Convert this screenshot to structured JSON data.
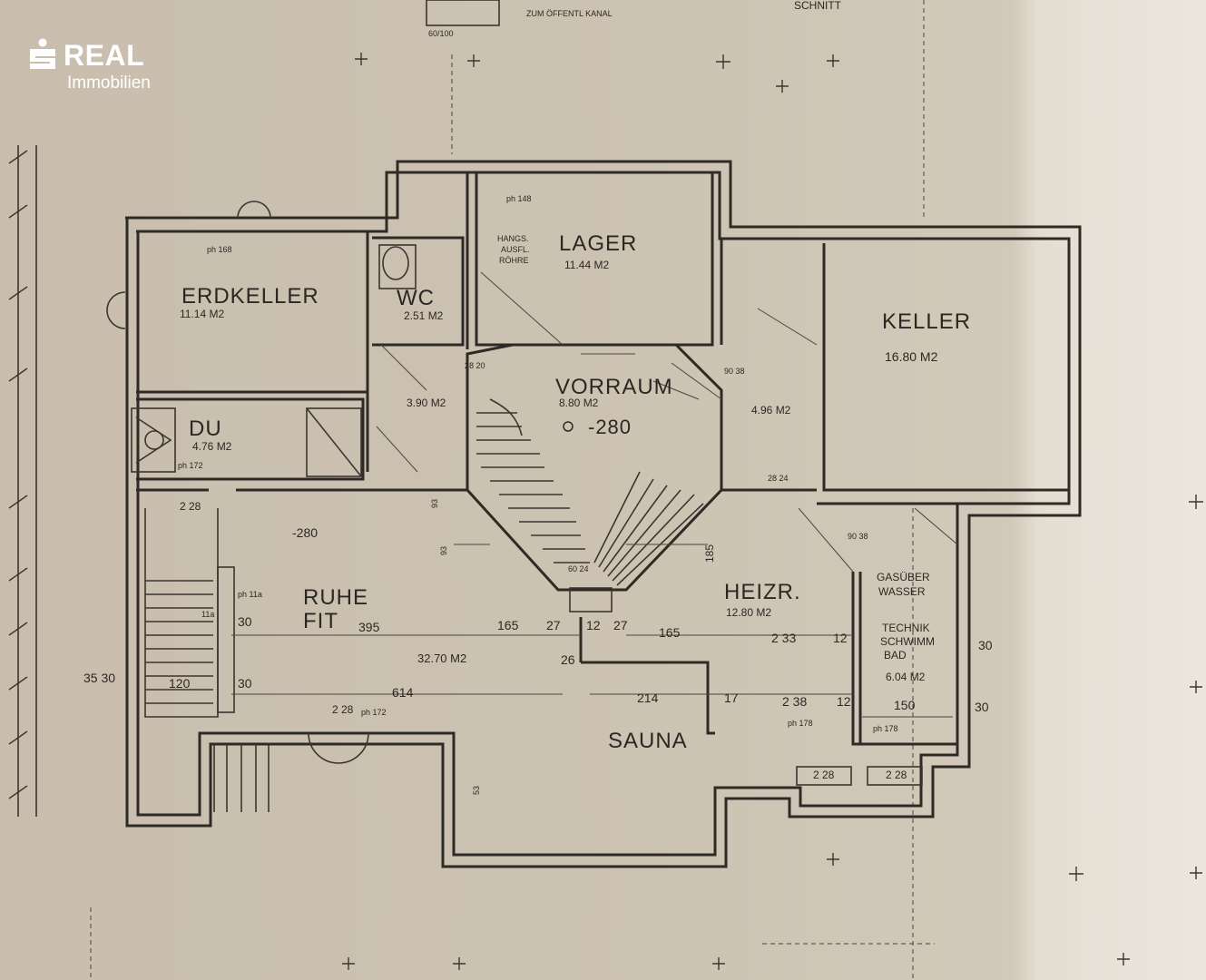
{
  "logo": {
    "brand": "REAL",
    "subtitle": "Immobilien",
    "icon": "sparkasse-s-icon",
    "color": "#ffffff"
  },
  "top_notes": {
    "canal": "ZUM ÖFFENTL KANAL",
    "shaft": "60/100",
    "section": "SCHNITT"
  },
  "rooms": {
    "erdkeller": {
      "name": "ERDKELLER",
      "area": "11.14 M2"
    },
    "wc": {
      "name": "WC",
      "area": "2.51 M2"
    },
    "lager": {
      "name": "LAGER",
      "area": "11.44 M2",
      "note1": "HANGS.",
      "note2": "AUSFL.",
      "note3": "RÖHRE"
    },
    "keller": {
      "name": "KELLER",
      "area": "16.80 M2"
    },
    "du": {
      "name": "DU",
      "area": "4.76 M2"
    },
    "vorraum": {
      "name": "VORRAUM",
      "area": "8.80 M2",
      "level": "-280"
    },
    "hall_left": {
      "area": "3.90 M2"
    },
    "hall_right": {
      "area": "4.96 M2"
    },
    "ruhe": {
      "name1": "RUHE",
      "name2": "FIT",
      "area": "32.70 M2",
      "level": "-280"
    },
    "heizr": {
      "name": "HEIZR.",
      "area": "12.80 M2"
    },
    "gasuebergabe": {
      "line1": "GASÜBER",
      "line2": "WASSER"
    },
    "technik": {
      "line1": "TECHNIK",
      "line2": "SCHWIMM",
      "line3": "BAD",
      "area": "6.04 M2"
    },
    "sauna": {
      "name": "SAUNA"
    }
  },
  "dimensions": {
    "d395": "395",
    "d165a": "165",
    "d27a": "27",
    "d12a": "12",
    "d27b": "27",
    "d165b": "165",
    "d233": "2 33",
    "d12b": "12",
    "d30a": "30",
    "d26": "26",
    "d614": "614",
    "d214": "214",
    "d17": "17",
    "d238": "2 38",
    "d12c": "12",
    "d150": "150",
    "d30b": "30",
    "d3530": "35 30",
    "d120": "120",
    "d30c": "30",
    "d185": "185",
    "d30d": "30",
    "d93a": "93",
    "d93b": "93",
    "d11a": "11a",
    "d53": "53",
    "ph168": "ph 168",
    "ph148": "ph 148",
    "ph178a": "ph 178",
    "ph178b": "ph 178",
    "ph172a": "ph 172",
    "ph172b": "ph 172",
    "ph11": "ph 11a",
    "w2820": "28 20",
    "w9038a": "90 38",
    "w9038b": "90 38",
    "w6024": "60 24",
    "w2824": "28 24",
    "d228a": "2 28",
    "d228b": "2 28",
    "d228c": "2 28",
    "d228d": "2 28"
  }
}
